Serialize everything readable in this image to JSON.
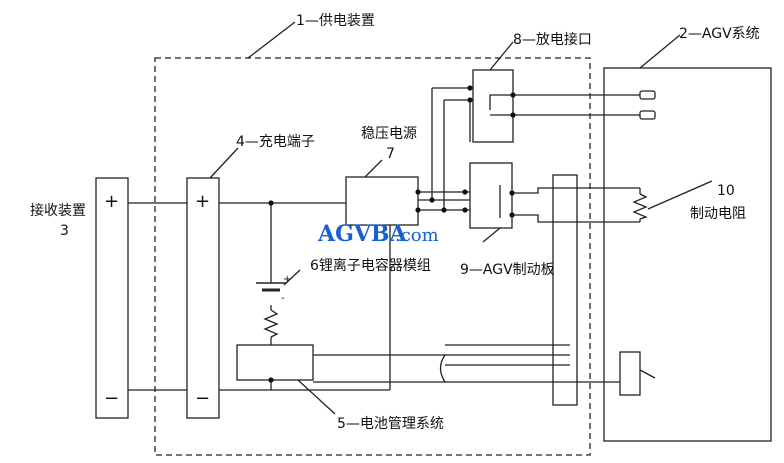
{
  "labels": {
    "power_supply": "1—供电装置",
    "agv_system": "2—AGV系统",
    "receiver_name": "接收装置",
    "receiver_num": "3",
    "charge_terminal": "4—充电端子",
    "regulator_name": "稳压电源",
    "regulator_num": "7",
    "discharge_port": "8—放电接口",
    "li_module": "6锂离子电容器模组",
    "agv_brake_board": "9—AGV制动板",
    "brake_resistor_num": "10",
    "brake_resistor_name": "制动电阻",
    "bms": "5—电池管理系统"
  },
  "signs": {
    "plus": "+",
    "minus": "−",
    "small_plus": "+",
    "small_minus": "-"
  },
  "watermark": {
    "brand": "AGVBA",
    "suffix": ".com"
  }
}
